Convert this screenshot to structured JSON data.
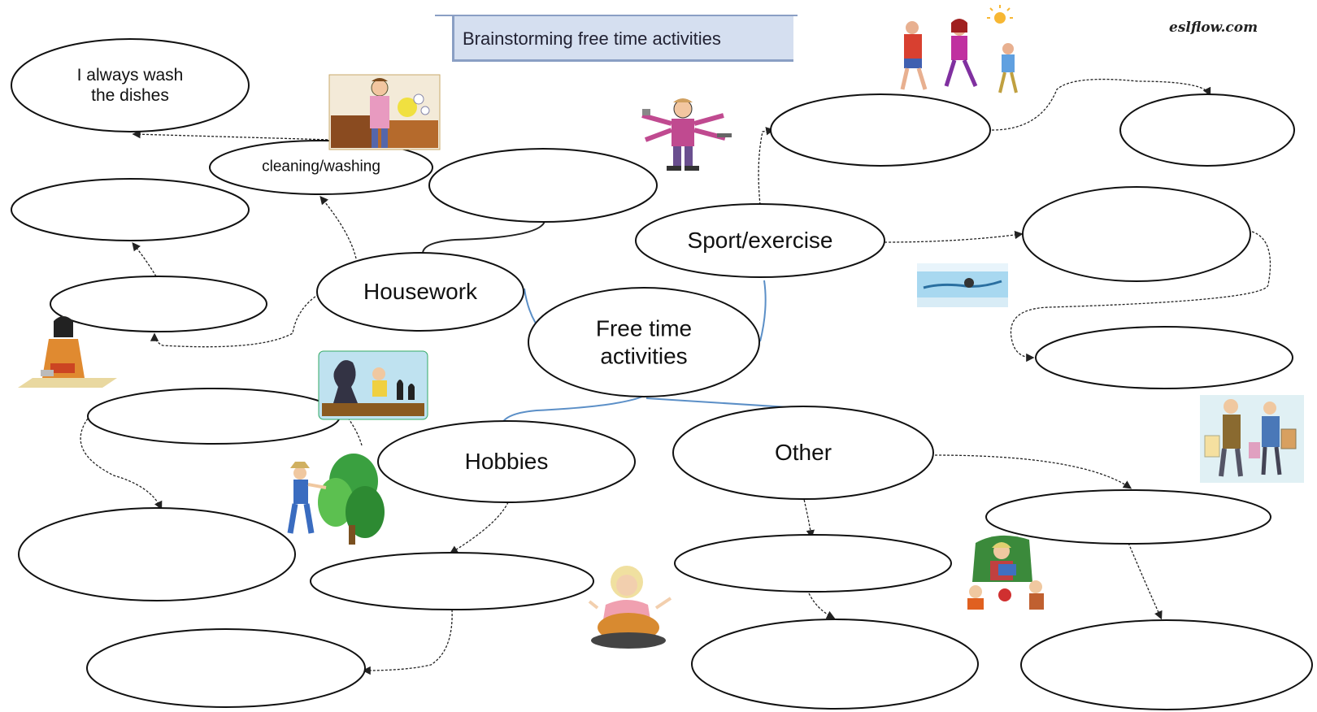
{
  "title": "Brainstorming free time activities",
  "watermark": "eslflow.com",
  "nodes": {
    "center": {
      "line1": "Free time",
      "line2": "activities"
    },
    "housework": "Housework",
    "sport": "Sport/exercise",
    "hobbies": "Hobbies",
    "other": "Other",
    "cleaning": "cleaning/washing",
    "dishes": {
      "line1": "I always wash",
      "line2": "the dishes"
    }
  },
  "colors": {
    "title_bg": "#d5dff0",
    "title_border": "#8a9fc4",
    "connector_blue": "#5b8fc7",
    "stroke": "#111111"
  },
  "icons": [
    "man-washing-dishes-icon",
    "multitasking-person-icon",
    "runners-icon",
    "swimmer-icon",
    "woman-ironing-icon",
    "chess-players-icon",
    "gardener-icon",
    "cooking-woman-icon",
    "reading-grandmother-icon",
    "shopping-family-icon"
  ]
}
